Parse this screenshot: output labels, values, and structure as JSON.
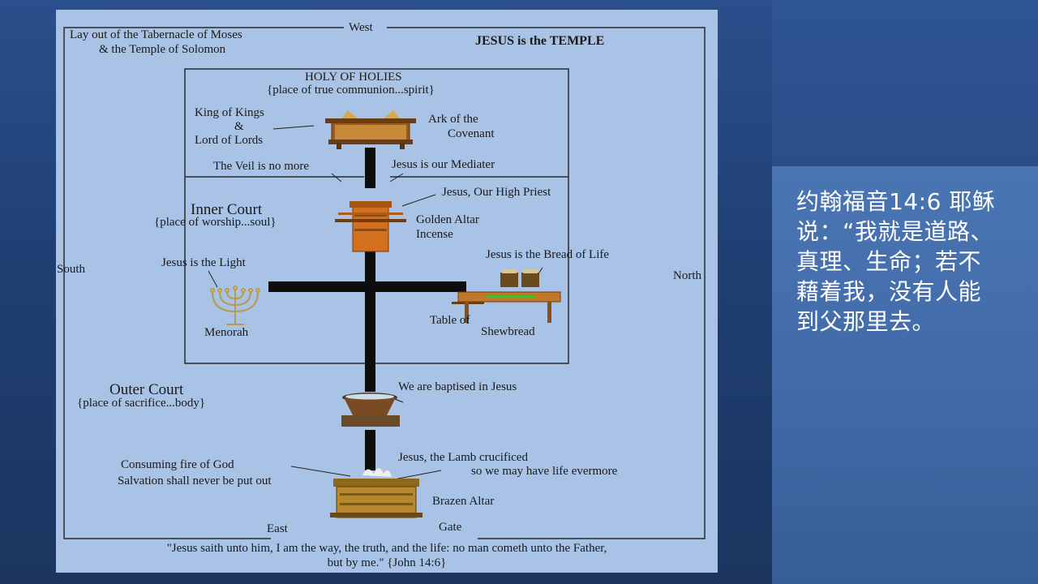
{
  "verse": {
    "text": "约翰福音14:6 耶稣说：“我就是道路、真理、生命；若不藉着我，没有人能到父那里去。"
  },
  "diagram": {
    "header": {
      "title_line1": "Lay out of the Tabernacle of Moses",
      "title_line2": "& the Temple of Solomon",
      "right_title": "JESUS is the TEMPLE"
    },
    "compass": {
      "west": "West",
      "south": "South",
      "north": "North",
      "east": "East",
      "gate": "Gate"
    },
    "holy_of_holies": {
      "title": "HOLY OF HOLIES",
      "subtitle": "{place of true communion...spirit}",
      "king_line1": "King of Kings",
      "king_line2": "&",
      "king_line3": "Lord of Lords",
      "ark_line1": "Ark of the",
      "ark_line2": "Covenant"
    },
    "veil": {
      "left": "The Veil is no more",
      "right": "Jesus is our Mediater"
    },
    "inner_court": {
      "title": "Inner Court",
      "subtitle": "{place of worship...soul}",
      "high_priest": "Jesus, Our High Priest",
      "altar_line1": "Golden Altar",
      "altar_line2": "Incense",
      "light": "Jesus is the Light",
      "menorah": "Menorah",
      "bread": "Jesus is the Bread of Life",
      "table_line1": "Table of",
      "table_line2": "Shewbread"
    },
    "outer_court": {
      "title": "Outer Court",
      "subtitle": "{place of sacrifice...body}",
      "baptised": "We are baptised in Jesus",
      "fire_line1": "Consuming fire of God",
      "fire_line2": "Salvation shall never be put out",
      "lamb_line1": "Jesus, the Lamb crucificed",
      "lamb_line2": "so we may have life evermore",
      "brazen_altar": "Brazen Altar"
    },
    "footer": {
      "line1": "\"Jesus saith unto him, I am the way, the truth, and the life: no man cometh unto the Father,",
      "line2": "but by me.\" {John 14:6}"
    }
  },
  "colors": {
    "diagram_bg": "#a8c3e6",
    "cross": "#0d0d0d",
    "gold": "#b8862b",
    "text_white": "#ffffff"
  }
}
